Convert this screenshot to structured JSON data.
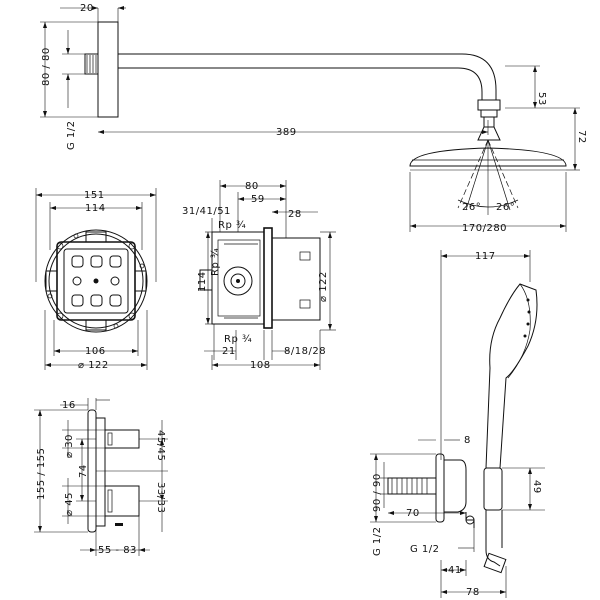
{
  "shower_arm": {
    "dims": {
      "flange_thickness": "20",
      "flange_height": "80 / 80",
      "connection_thread": "G 1/2",
      "arm_length": "389",
      "arm_drop": "53",
      "total_height": "72",
      "spray_angle_left": "26°",
      "spray_angle_right": "26°",
      "head_diameter": "170/280"
    }
  },
  "basic_set_front": {
    "dims": {
      "outer_width": "151",
      "inner_width": "114",
      "bottom_width": "106",
      "diameter": "⌀ 122"
    }
  },
  "basic_set_side": {
    "dims": {
      "top_width": "80",
      "mid_width": "59",
      "install_depth": "31/41/51",
      "top_thread": "Rp ¾",
      "side_offset": "28",
      "left_thread": "Rp ¾",
      "height": "114",
      "diameter": "⌀ 122",
      "bottom_thread": "Rp ¾",
      "bottom_left": "21",
      "bottom_right": "8/18/28",
      "total_depth": "108"
    }
  },
  "thermostat": {
    "dims": {
      "plate_depth": "16",
      "plate_height": "155 / 155",
      "top_knob_diameter": "⌀ 30",
      "bottom_knob_diameter": "⌀ 45",
      "knob_spacing": "74",
      "top_offset": "45/45",
      "bottom_offset": "33/33",
      "projection": "55 - 83"
    }
  },
  "hand_shower": {
    "dims": {
      "height_to_head": "117",
      "outlet_offset": "8",
      "holder_height": "49",
      "elbow_height": "90 / 90",
      "elbow_thread": "G 1/2",
      "elbow_depth": "70",
      "hose_thread": "G 1/2",
      "hose_offset": "41",
      "total_depth": "78"
    }
  }
}
